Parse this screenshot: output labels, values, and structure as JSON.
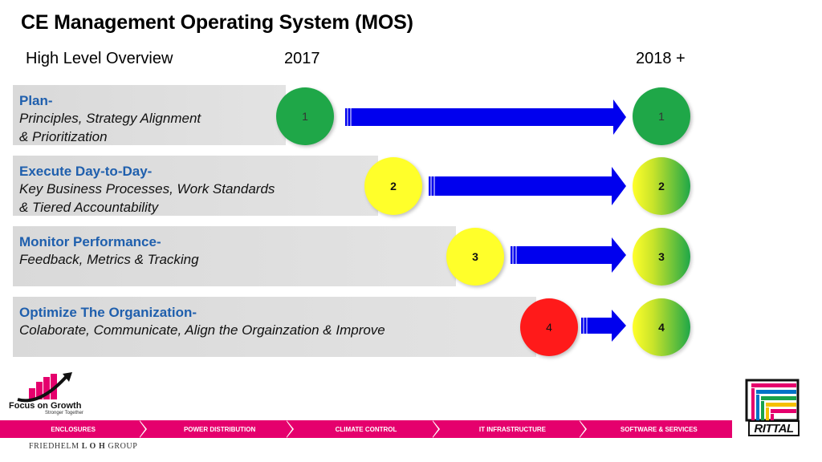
{
  "title": "CE Management Operating System (MOS)",
  "subheads": {
    "overview": "High Level Overview",
    "year_start": "2017",
    "year_end": "2018 +"
  },
  "rows": [
    {
      "title": "Plan-",
      "lines": [
        "Principles, Strategy Alignment",
        "& Prioritization"
      ],
      "start_label": "1",
      "end_label": "1",
      "start_color": "#1fa748",
      "end_color": "#1fa748"
    },
    {
      "title": "Execute Day-to-Day-",
      "lines": [
        "Key Business Processes, Work Standards",
        "& Tiered Accountability"
      ],
      "start_label": "2",
      "end_label": "2",
      "start_color": "#ffff2a",
      "end_color": "yellow-to-green"
    },
    {
      "title": "Monitor Performance-",
      "lines": [
        "Feedback, Metrics & Tracking"
      ],
      "start_label": "3",
      "end_label": "3",
      "start_color": "#ffff2a",
      "end_color": "yellow-to-green"
    },
    {
      "title": "Optimize The Organization-",
      "lines": [
        "Colaborate, Communicate, Align the Orgainzation & Improve"
      ],
      "start_label": "4",
      "end_label": "4",
      "start_color": "#ff1a1a",
      "end_color": "yellow-to-green"
    }
  ],
  "arrow_color": "#0000ee",
  "logo": {
    "text": "Focus on Growth",
    "tagline": "Stronger Together"
  },
  "footer": {
    "items": [
      "ENCLOSURES",
      "POWER DISTRIBUTION",
      "CLIMATE CONTROL",
      "IT INFRASTRUCTURE",
      "SOFTWARE & SERVICES"
    ],
    "bar_color": "#e5006d",
    "group_pre": "FRIEDHELM ",
    "group_bold": "L O H",
    "group_post": " GROUP",
    "brand": "RITTAL"
  }
}
